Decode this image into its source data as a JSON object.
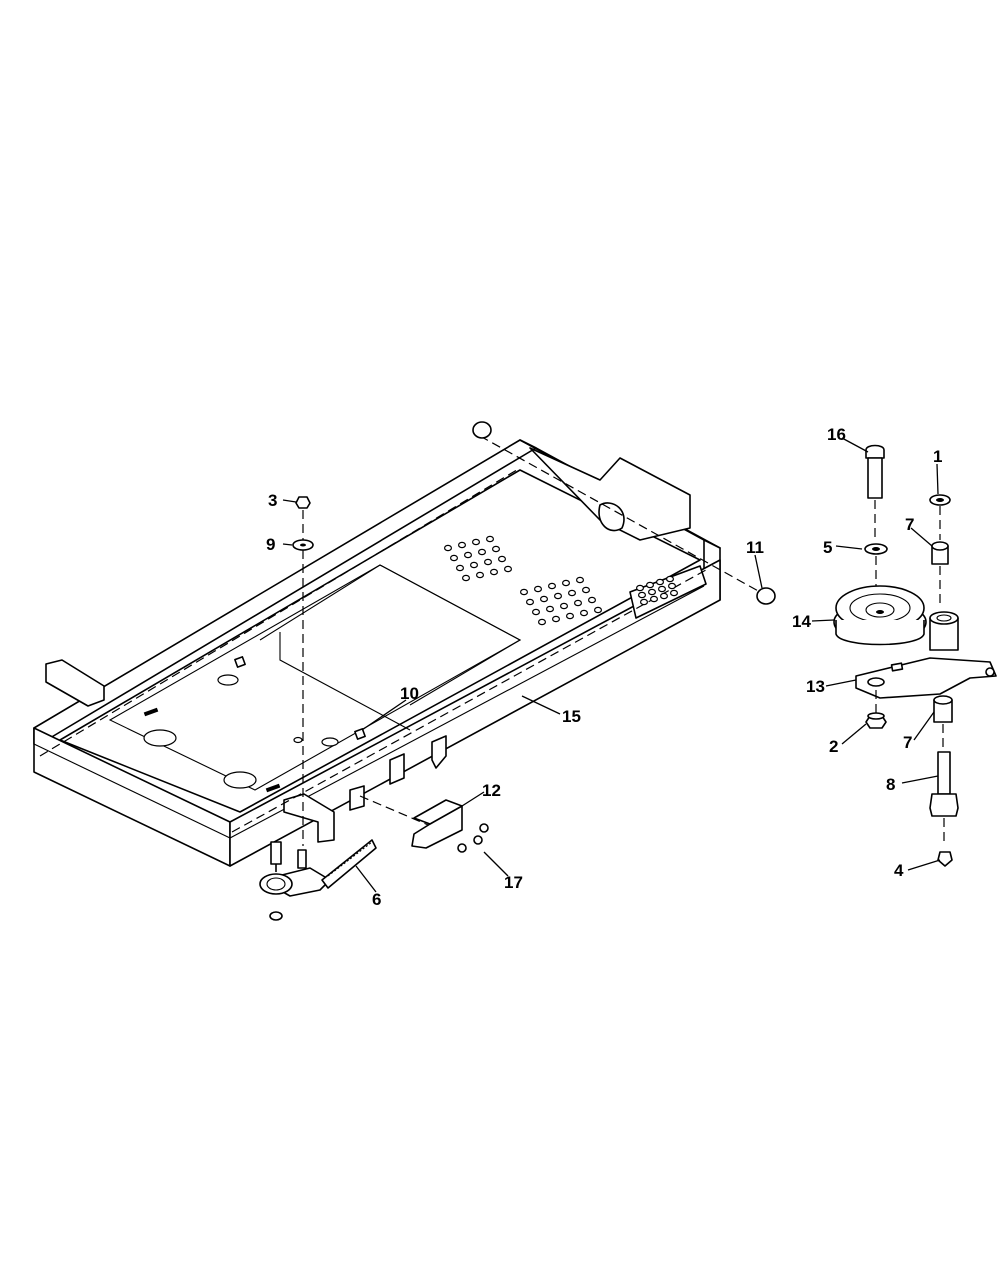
{
  "diagram": {
    "callouts": [
      {
        "id": "c1",
        "label": "1"
      },
      {
        "id": "c2",
        "label": "2"
      },
      {
        "id": "c3",
        "label": "3"
      },
      {
        "id": "c4",
        "label": "4"
      },
      {
        "id": "c5",
        "label": "5"
      },
      {
        "id": "c6",
        "label": "6"
      },
      {
        "id": "c7a",
        "label": "7"
      },
      {
        "id": "c7b",
        "label": "7"
      },
      {
        "id": "c8",
        "label": "8"
      },
      {
        "id": "c9",
        "label": "9"
      },
      {
        "id": "c10",
        "label": "10"
      },
      {
        "id": "c11",
        "label": "11"
      },
      {
        "id": "c12",
        "label": "12"
      },
      {
        "id": "c13",
        "label": "13"
      },
      {
        "id": "c14",
        "label": "14"
      },
      {
        "id": "c15",
        "label": "15"
      },
      {
        "id": "c16",
        "label": "16"
      },
      {
        "id": "c17",
        "label": "17"
      }
    ]
  }
}
